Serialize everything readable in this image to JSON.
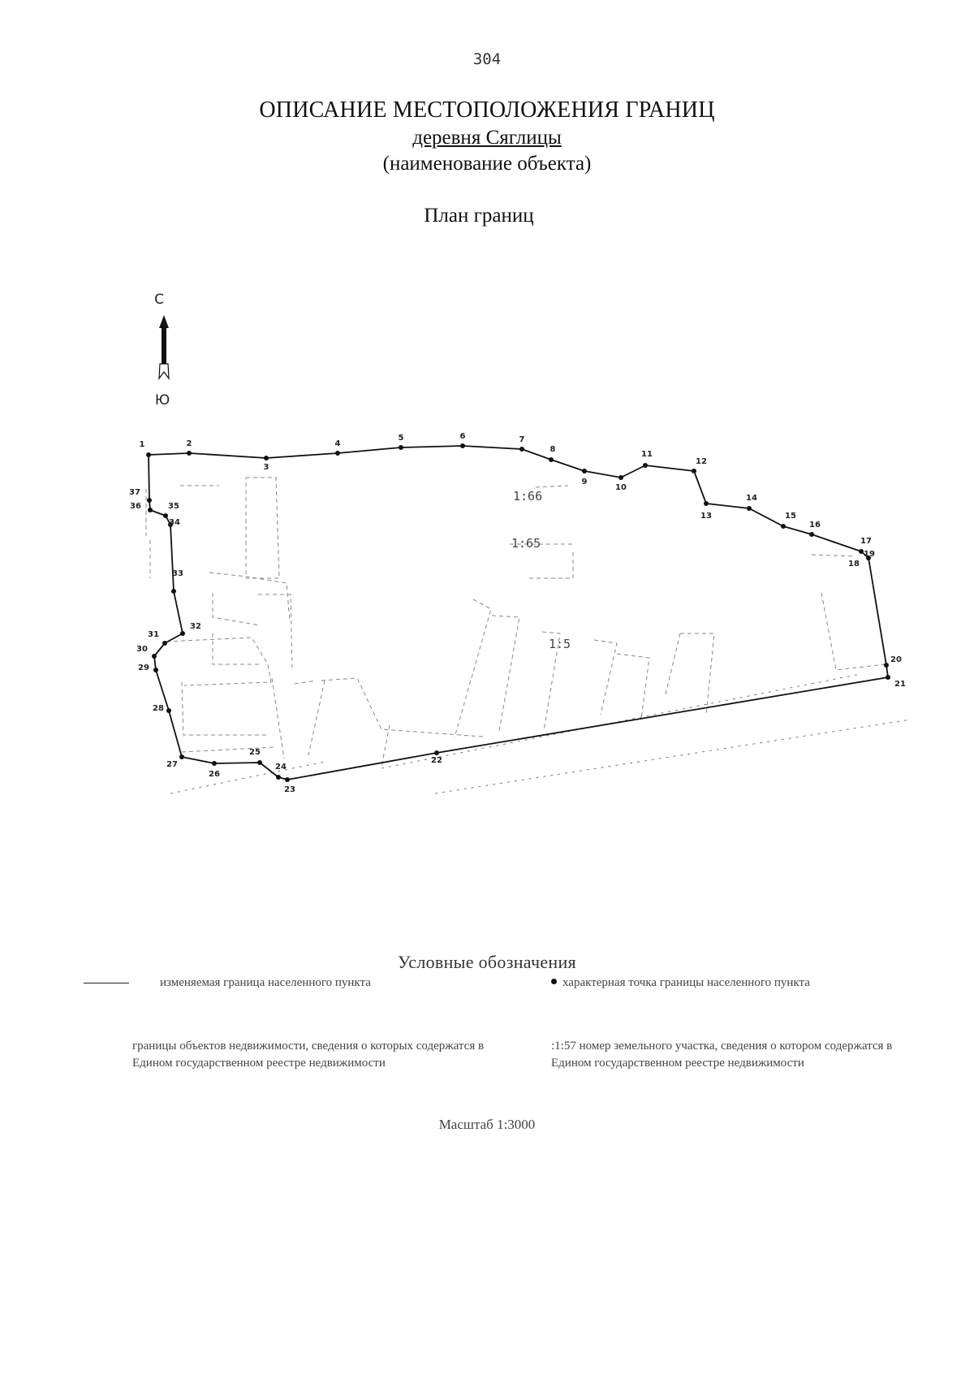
{
  "page_number": "304",
  "title": "ОПИСАНИЕ МЕСТОПОЛОЖЕНИЯ ГРАНИЦ",
  "object_name": "деревня Сяглицы",
  "object_caption": "(наименование объекта)",
  "plan_heading": "План границ",
  "compass": {
    "north": "С",
    "south": "Ю"
  },
  "boundary_points": [
    "1",
    "2",
    "3",
    "4",
    "5",
    "6",
    "7",
    "8",
    "9",
    "10",
    "11",
    "12",
    "13",
    "14",
    "15",
    "16",
    "17",
    "18",
    "19",
    "20",
    "21",
    "22",
    "23",
    "24",
    "25",
    "26",
    "27",
    "28",
    "29",
    "30",
    "31",
    "32",
    "33",
    "34",
    "35",
    "36",
    "37"
  ],
  "parcel_labels": [
    "1:66",
    "1:65",
    "1:5"
  ],
  "legend": {
    "heading": "Условные обозначения",
    "changed_boundary": "изменяемая граница населенного пункта",
    "characteristic_point": "характерная точка границы населенного пункта",
    "real_estate_objects": "границы объектов недвижимости, сведения о которых содержатся в Едином государственном реестре недвижимости",
    "parcel_number": ":1:57 номер земельного участка, сведения о котором содержатся в Едином государственном реестре недвижимости"
  },
  "scale": "Масштаб 1:3000"
}
